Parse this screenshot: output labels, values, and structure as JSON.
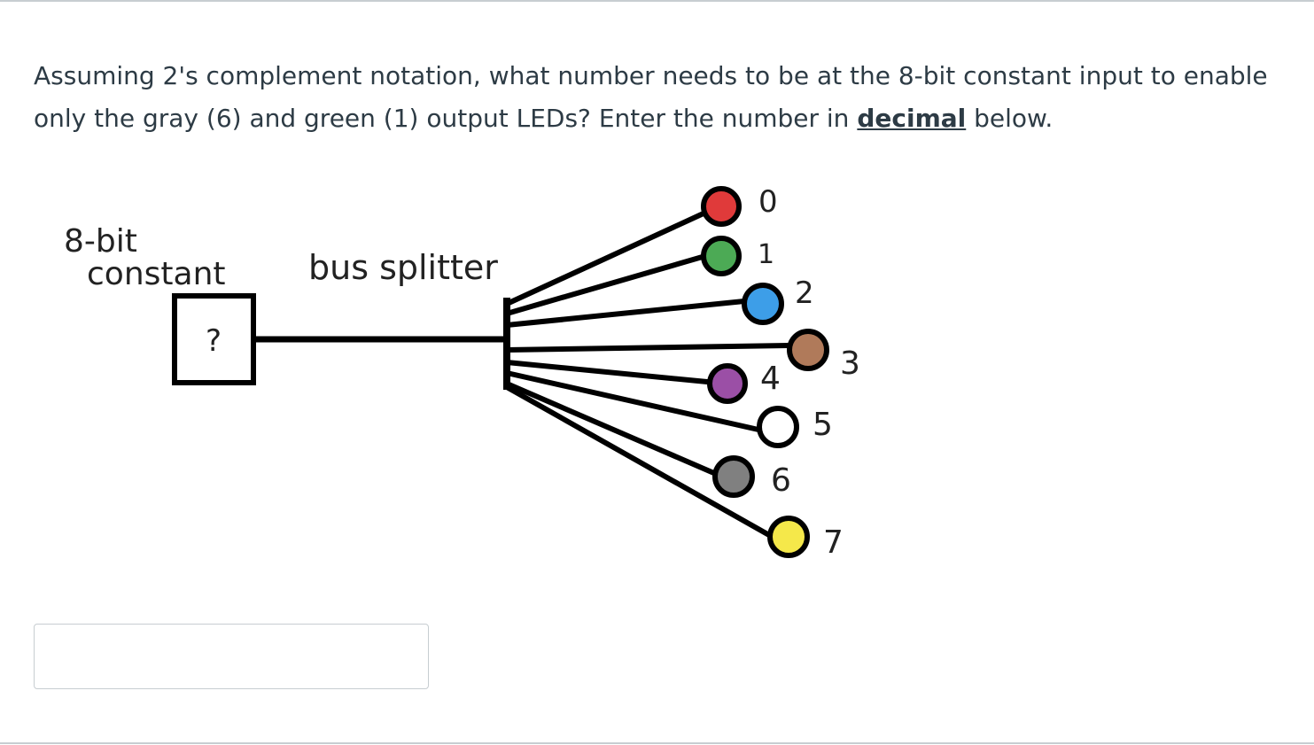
{
  "question": {
    "text_before": "Assuming 2's complement notation, what number needs to be at the 8-bit constant input to enable only the gray (6) and green (1) output LEDs? Enter the number in ",
    "emphasis": "decimal",
    "text_after": " below."
  },
  "diagram": {
    "constant_label_line1": "8-bit",
    "constant_label_line2": "constant",
    "constant_value": "?",
    "splitter_label": "bus splitter",
    "leds": [
      {
        "label": "0",
        "color": "#e03a3a"
      },
      {
        "label": "1",
        "color": "#4caa55"
      },
      {
        "label": "2",
        "color": "#3d9ee8"
      },
      {
        "label": "3",
        "color": "#b07a5a"
      },
      {
        "label": "4",
        "color": "#9b4fa6"
      },
      {
        "label": "5",
        "color": "#ffffff"
      },
      {
        "label": "6",
        "color": "#808080"
      },
      {
        "label": "7",
        "color": "#f5e84a"
      }
    ]
  },
  "answer": {
    "value": "",
    "placeholder": ""
  }
}
